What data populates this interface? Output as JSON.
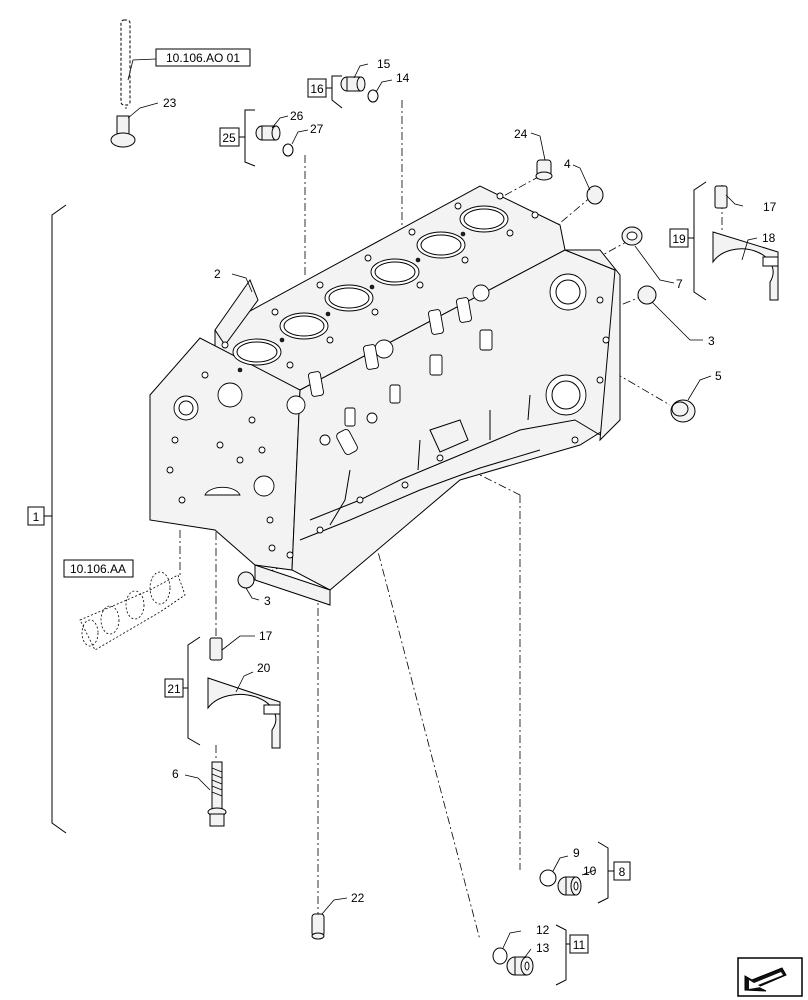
{
  "refs": {
    "top": "10.106.AO 01",
    "camshaft": "10.106.AA"
  },
  "groups": {
    "block": "1",
    "plug_a": "8",
    "plug_b": "11",
    "plug_c": "16",
    "cap_rear": "19",
    "cap_front": "21",
    "plug_d": "25"
  },
  "callouts": {
    "c2": "2",
    "c3a": "3",
    "c3b": "3",
    "c4": "4",
    "c5": "5",
    "c6": "6",
    "c7": "7",
    "c9": "9",
    "c10": "10",
    "c12": "12",
    "c13": "13",
    "c14": "14",
    "c15": "15",
    "c17a": "17",
    "c17b": "17",
    "c18": "18",
    "c20": "20",
    "c22": "22",
    "c23": "23",
    "c24": "24",
    "c26": "26",
    "c27": "27"
  },
  "icons": {
    "nav": "arrow-return-icon"
  }
}
